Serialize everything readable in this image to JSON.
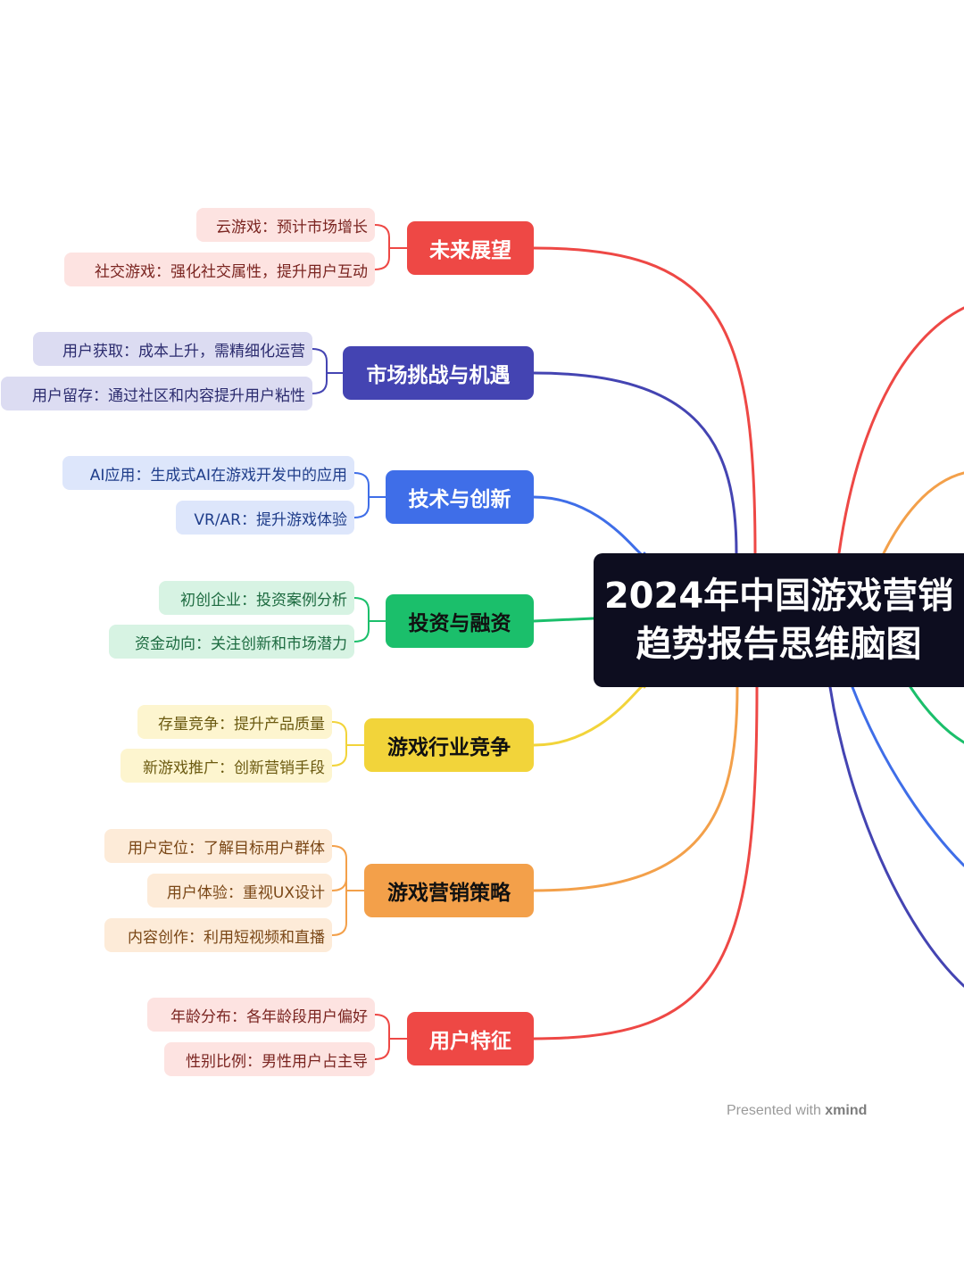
{
  "central": {
    "line1": "2024年中国游戏营销",
    "line2": "趋势报告思维脑图",
    "color": "#0d0d1f"
  },
  "branches": [
    {
      "id": "future",
      "label": "未来展望",
      "color": "#ee4845",
      "text_color": "#ffffff",
      "leaf_bg": "#fde3e1",
      "leaf_color": "#7a2420",
      "leaves": [
        "云游戏：预计市场增长",
        "社交游戏：强化社交属性，提升用户互动"
      ]
    },
    {
      "id": "market",
      "label": "市场挑战与机遇",
      "color": "#4444b2",
      "text_color": "#ffffff",
      "leaf_bg": "#dcdcf2",
      "leaf_color": "#2b2b6e",
      "leaves": [
        "用户获取：成本上升，需精细化运营",
        "用户留存：通过社区和内容提升用户粘性"
      ]
    },
    {
      "id": "tech",
      "label": "技术与创新",
      "color": "#3f6ee8",
      "text_color": "#ffffff",
      "leaf_bg": "#dde6fb",
      "leaf_color": "#1f3d8a",
      "leaves": [
        "AI应用：生成式AI在游戏开发中的应用",
        "VR/AR：提升游戏体验"
      ]
    },
    {
      "id": "invest",
      "label": "投资与融资",
      "color": "#1bbf6b",
      "text_color": "#111111",
      "leaf_bg": "#d7f3e3",
      "leaf_color": "#1d6b40",
      "leaves": [
        "初创企业：投资案例分析",
        "资金动向：关注创新和市场潜力"
      ]
    },
    {
      "id": "compete",
      "label": "游戏行业竞争",
      "color": "#f2d43a",
      "text_color": "#111111",
      "leaf_bg": "#fdf5cf",
      "leaf_color": "#6b5a10",
      "leaves": [
        "存量竞争：提升产品质量",
        "新游戏推广：创新营销手段"
      ]
    },
    {
      "id": "strategy",
      "label": "游戏营销策略",
      "color": "#f3a04a",
      "text_color": "#111111",
      "leaf_bg": "#fdebd8",
      "leaf_color": "#7a4716",
      "leaves": [
        "用户定位：了解目标用户群体",
        "用户体验：重视UX设计",
        "内容创作：利用短视频和直播"
      ]
    },
    {
      "id": "users",
      "label": "用户特征",
      "color": "#ee4845",
      "text_color": "#ffffff",
      "leaf_bg": "#fde3e1",
      "leaf_color": "#7a2420",
      "leaves": [
        "年龄分布：各年龄段用户偏好",
        "性别比例：男性用户占主导"
      ]
    }
  ],
  "footer": {
    "prefix": "Presented with ",
    "brand": "xmind"
  }
}
